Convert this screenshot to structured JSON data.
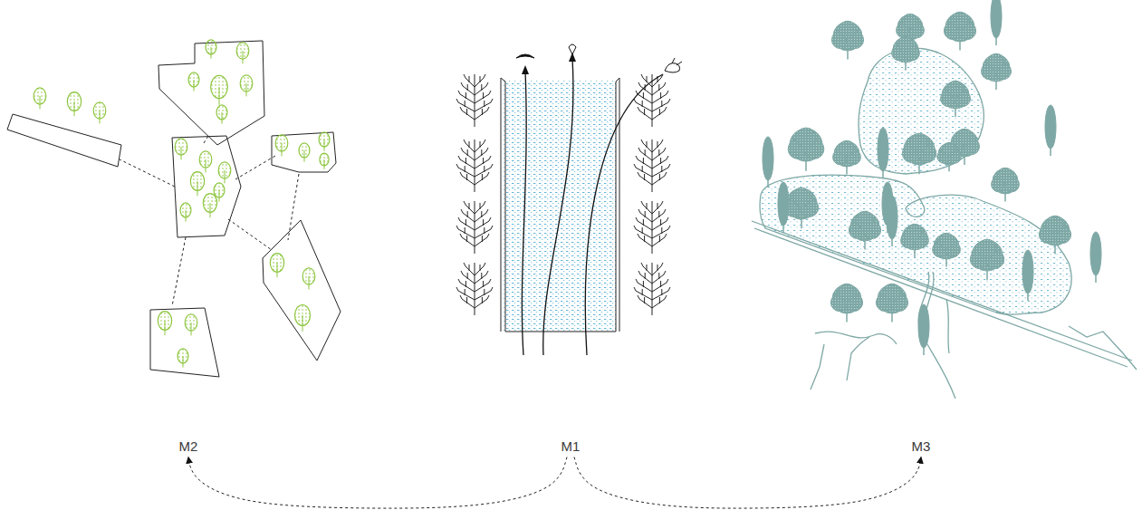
{
  "diagram": {
    "nodes": [
      {
        "text": [
          "M2"
        ]
      },
      {
        "text": [
          "M1"
        ]
      },
      {
        "text": [
          "M3"
        ]
      }
    ],
    "edges": [
      {
        "from": 1,
        "to": 0,
        "arrow": "to"
      },
      {
        "from": 1,
        "to": 2,
        "arrow": "to"
      }
    ]
  }
}
